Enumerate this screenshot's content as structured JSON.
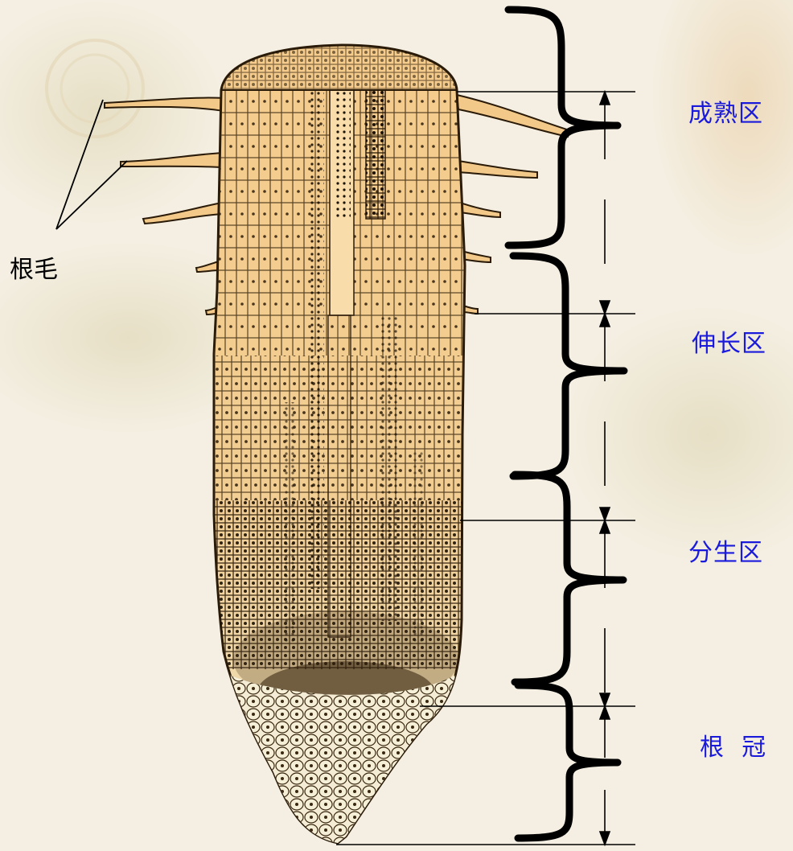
{
  "colors": {
    "background": "#f4efe2",
    "tissue": "#f3c98a",
    "tissue_light": "#f8dca9",
    "cap": "#f4ecd2",
    "ink": "#1a1206",
    "label_blue": "#1a1adc",
    "label_black": "#000000"
  },
  "labels": {
    "root_hair": "根毛",
    "zones": [
      {
        "id": "maturation",
        "text": "成熟区"
      },
      {
        "id": "elongation",
        "text": "伸长区"
      },
      {
        "id": "meristem",
        "text": "分生区"
      },
      {
        "id": "rootcap",
        "text": "根  冠"
      }
    ]
  }
}
